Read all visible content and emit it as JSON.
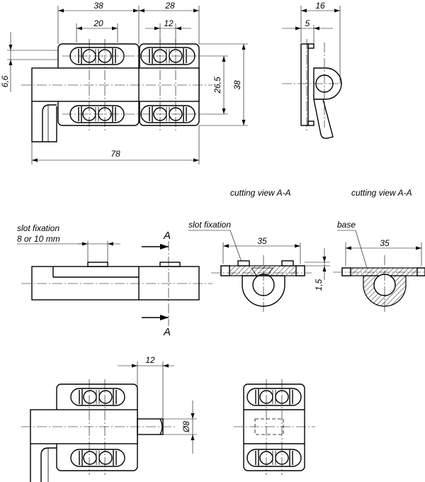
{
  "title": "",
  "top_view": {
    "dims": {
      "w1": "38",
      "w2": "28",
      "slot1": "20",
      "slot2": "12",
      "offset": "6,6",
      "h_inner": "26,5",
      "h_outer": "38",
      "total": "78"
    }
  },
  "side_view": {
    "dims": {
      "w": "16",
      "off": "5"
    }
  },
  "slot_view": {
    "label_line1": "slot fixation",
    "label_line2": "8 or 10 mm",
    "section_mark_top": "A",
    "section_mark_bottom": "A"
  },
  "section_slot": {
    "caption": "cutting view A-A",
    "label": "slot fixation",
    "dims": {
      "w": "35",
      "h": "1,5"
    }
  },
  "section_base": {
    "caption": "cutting view A-A",
    "label": "base",
    "dims": {
      "w": "35"
    }
  },
  "bottom_view": {
    "dims": {
      "pin_len": "12",
      "pin_dia": "Ø8"
    }
  }
}
